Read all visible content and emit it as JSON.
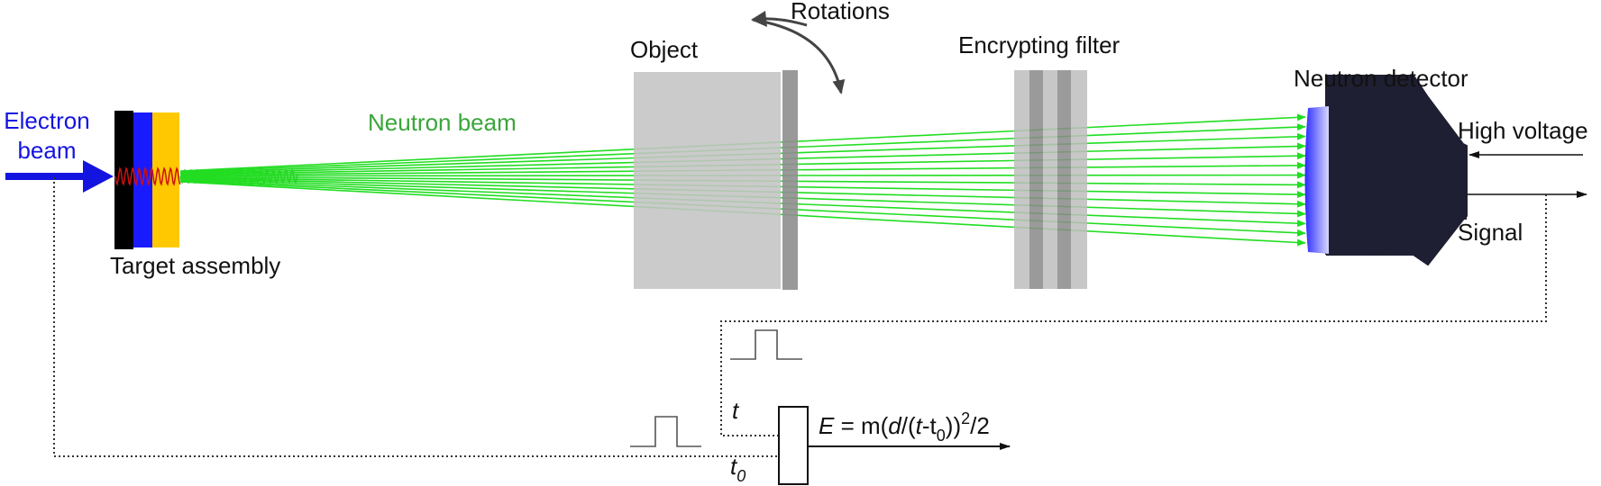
{
  "labels": {
    "electron_beam_line1": "Electron",
    "electron_beam_line2": "beam",
    "target_assembly": "Target assembly",
    "neutron_beam": "Neutron beam",
    "rotations": "Rotations",
    "object": "Object",
    "encrypting_filter": "Encrypting filter",
    "neutron_detector": "Neutron detector",
    "high_voltage": "High voltage",
    "signal": "Signal"
  },
  "timing": {
    "t_label": "t",
    "t0_base": "t",
    "t0_sub": "0"
  },
  "formula": {
    "E": "E",
    "eq_m": " = m(",
    "d": "d",
    "slash": "/(",
    "t": "t",
    "dash_t": "-t",
    "sub0": "0",
    "close": "))",
    "sup2": "2",
    "div2": "/2"
  },
  "colors": {
    "electron_beam": "#1414e0",
    "neutron_beam": "#22dd22",
    "neutron_label": "#3aa53a",
    "target_black": "#000000",
    "target_blue": "#1a1aff",
    "target_yellow": "#ffc800",
    "object_block": "#c4c4c4",
    "object_plate": "#8e8e8e",
    "filter_light": "#bdbdbd",
    "filter_dark": "#888888",
    "detector_body": "#1f1f33",
    "detector_face": "#3a3aff"
  }
}
